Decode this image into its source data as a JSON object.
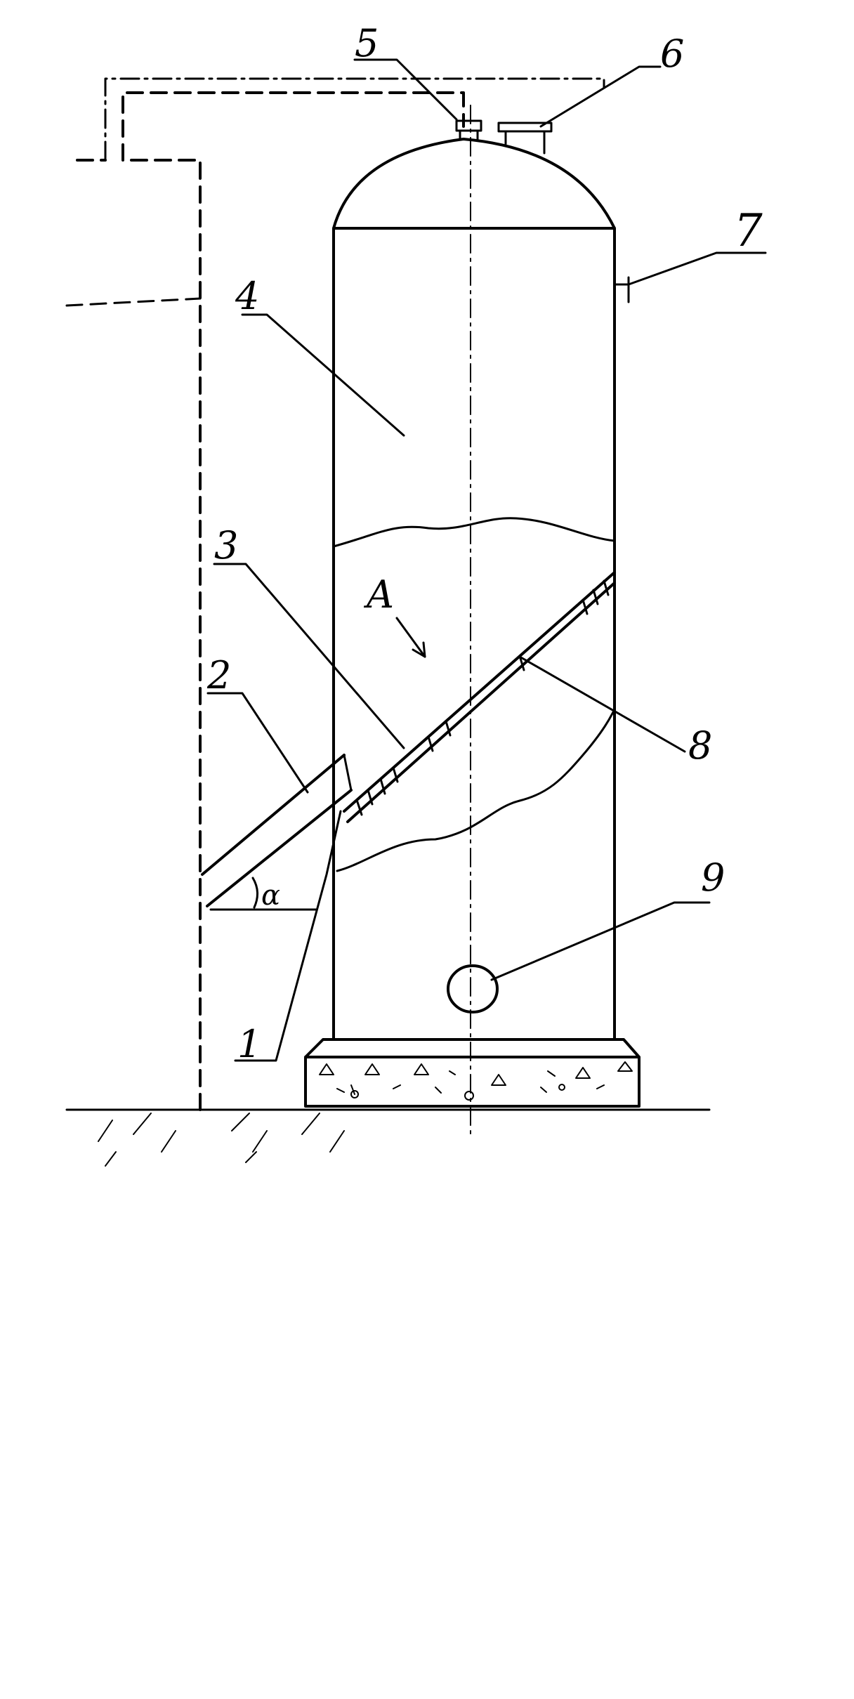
{
  "labels": {
    "l1": "1",
    "l2": "2",
    "l3": "3",
    "l4": "4",
    "l5": "5",
    "l6": "6",
    "l7": "7",
    "l8": "8",
    "l9": "9",
    "view_a": "A",
    "angle": "α"
  },
  "colors": {
    "ink": "#000000",
    "paper": "#ffffff"
  }
}
